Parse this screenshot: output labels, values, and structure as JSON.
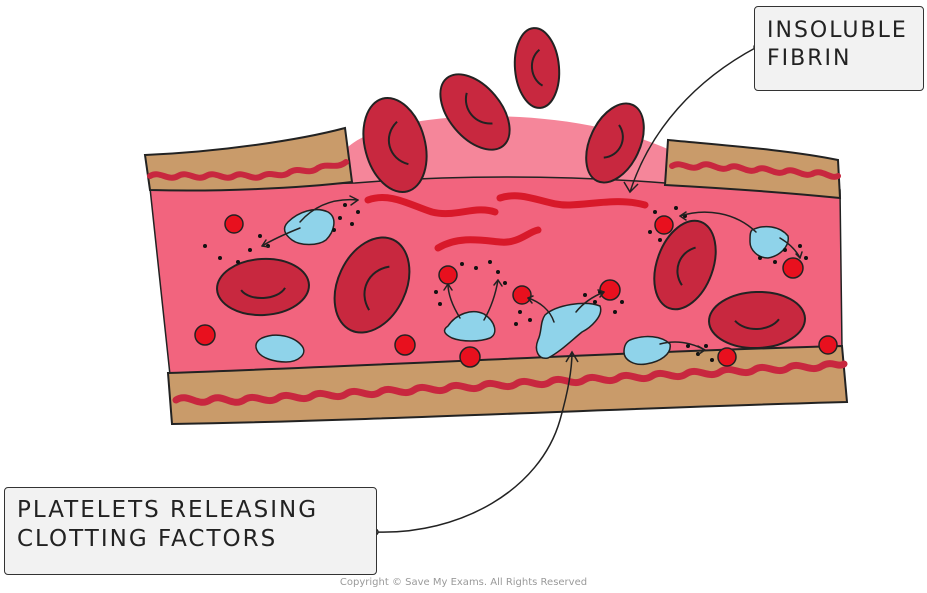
{
  "labels": {
    "fibrin_line1": "INSOLUBLE",
    "fibrin_line2": "FIBRIN",
    "platelets_line1": "PLATELETS RELEASING",
    "platelets_line2": "CLOTTING FACTORS"
  },
  "footer": {
    "copyright": "Copyright © Save My Exams. All Rights Reserved"
  },
  "colors": {
    "plasma": "#f2647e",
    "clot_bulge": "#f5869a",
    "vessel_wall": "#c99b6a",
    "wall_wave": "#c8273f",
    "red_cell": "#c8283f",
    "red_cell_dark": "#a51c33",
    "fibrin": "#d8192a",
    "platelet": "#8fd3ea",
    "small_platelet_dot": "#e8101e"
  }
}
